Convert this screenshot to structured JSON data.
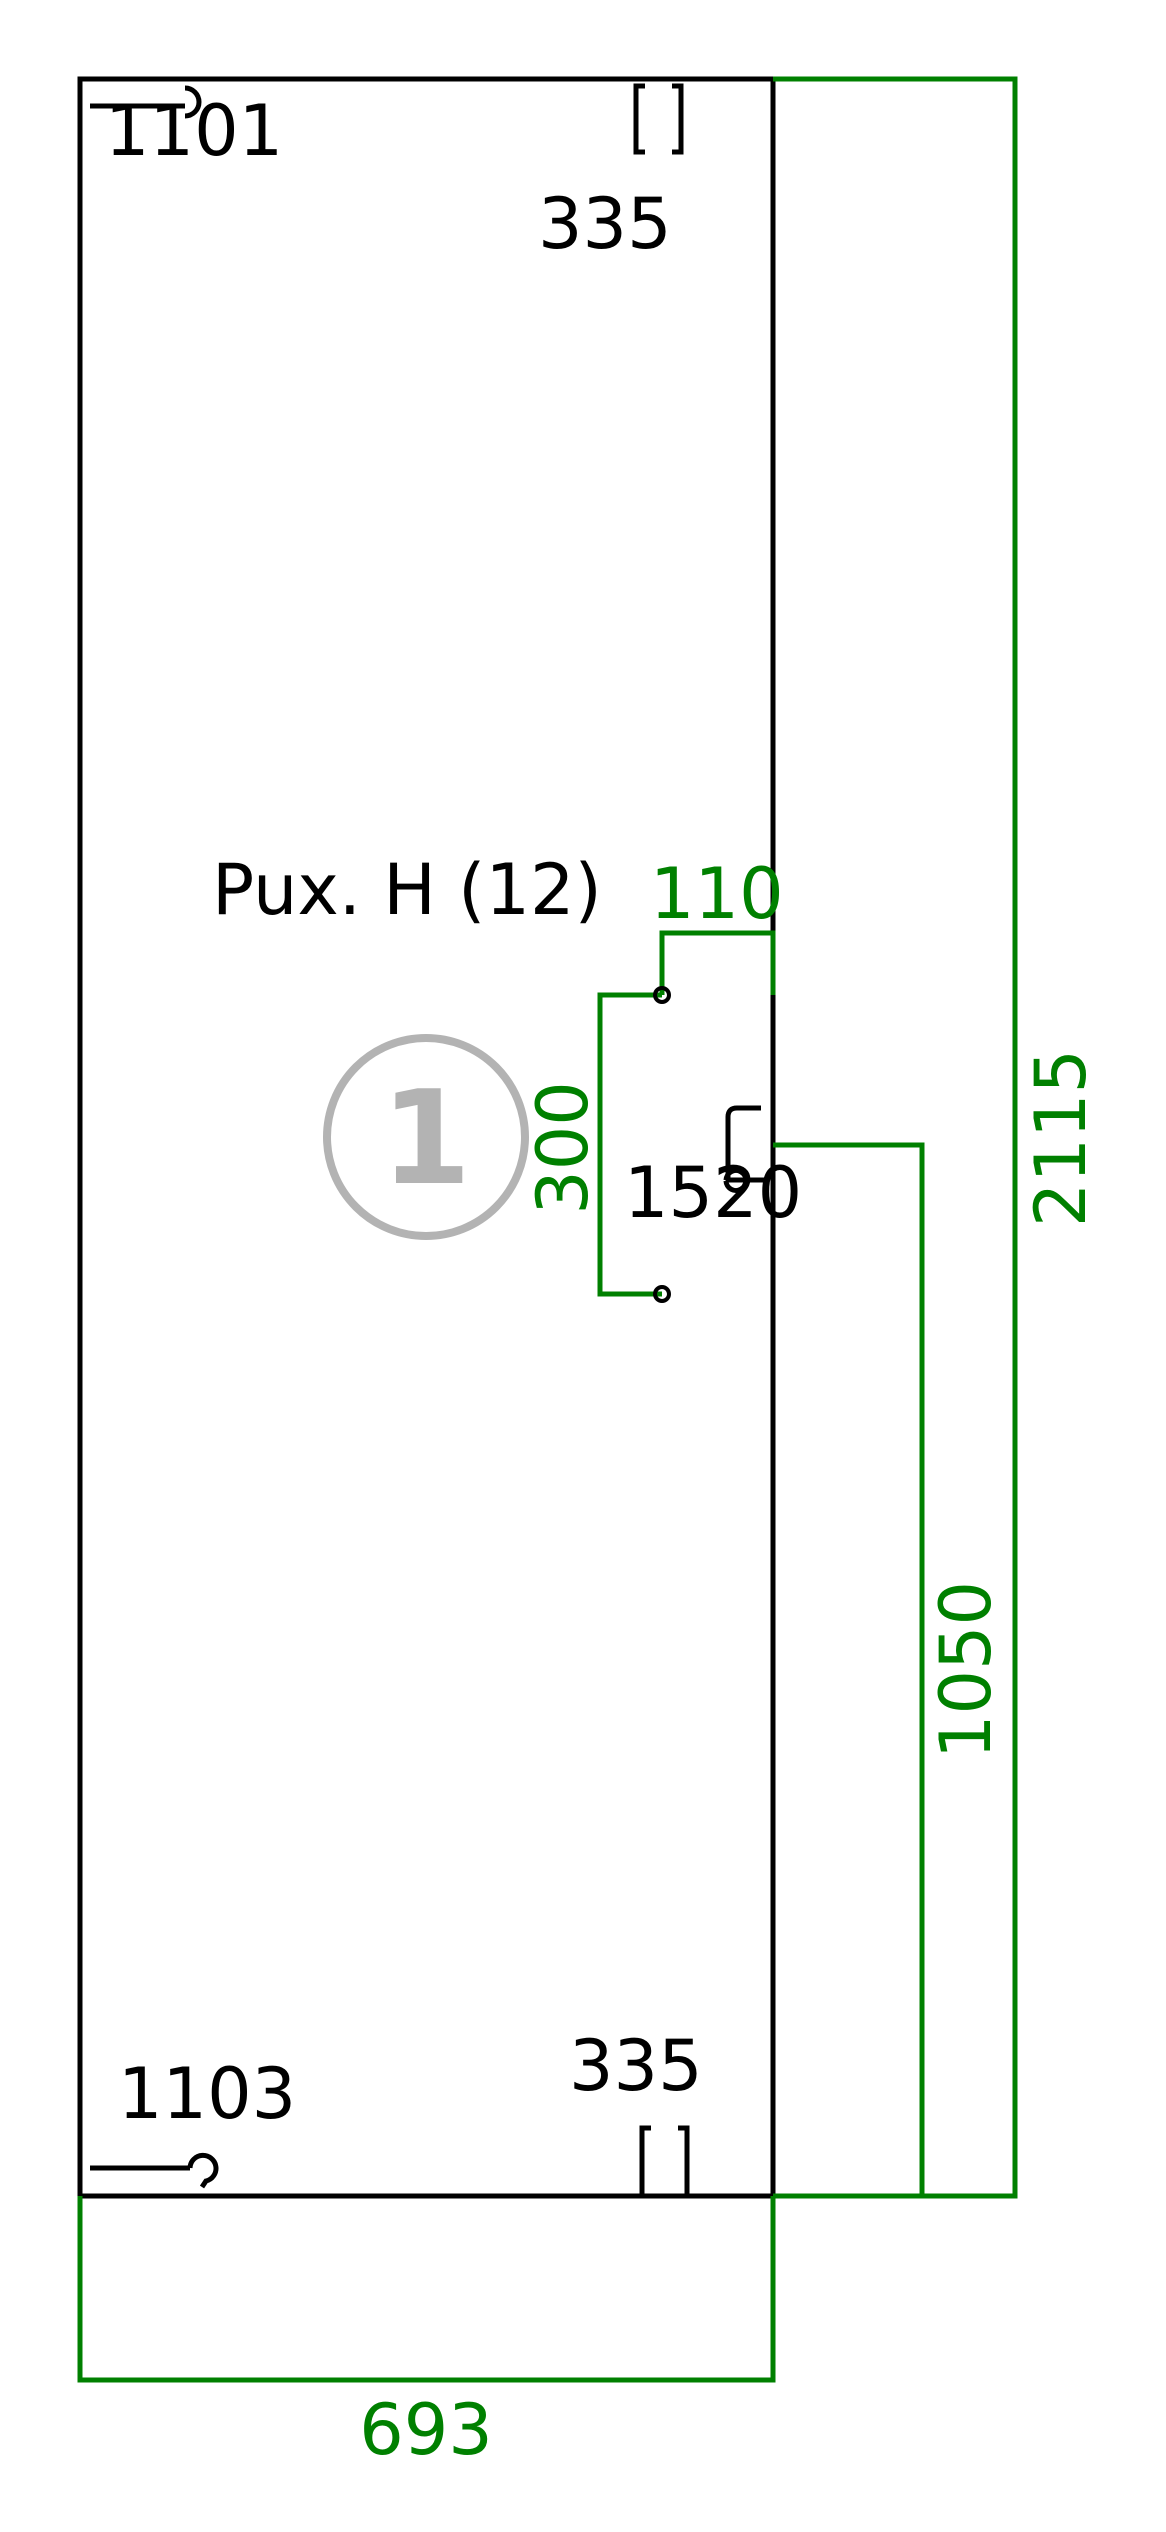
{
  "panel": {
    "name": "Pux. H (12)",
    "number": "1"
  },
  "hardware": {
    "hinge_top_code": "1101",
    "hinge_bottom_code": "1103",
    "bracket_top_dim": "335",
    "bracket_bottom_dim": "335",
    "handle_code": "1520"
  },
  "dimensions": {
    "handle_offset": "110",
    "handle_length": "300",
    "handle_height": "1050",
    "total_height": "2115",
    "total_width": "693"
  },
  "colors": {
    "outline": "#000000",
    "dimension": "#008000",
    "marker": "#b3b3b3"
  }
}
